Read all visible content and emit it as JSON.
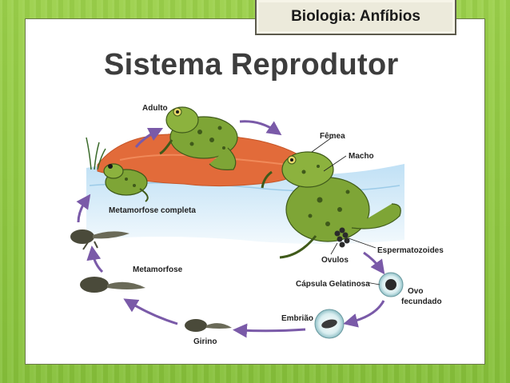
{
  "header": {
    "tag_label": "Biologia: Anfíbios"
  },
  "slide": {
    "title": "Sistema Reprodutor"
  },
  "diagram": {
    "labels": {
      "adulto": "Adulto",
      "femea": "Fêmea",
      "macho": "Macho",
      "metamorfose_completa": "Metamorfose completa",
      "espermatozoides": "Espermatozoides",
      "ovulos": "Ovulos",
      "metamorfose": "Metamorfose",
      "capsula": "Cápsula Gelatinosa",
      "ovo": "Ovo",
      "fecundado": "fecundado",
      "embriao": "Embrião",
      "girino": "Girino"
    }
  }
}
